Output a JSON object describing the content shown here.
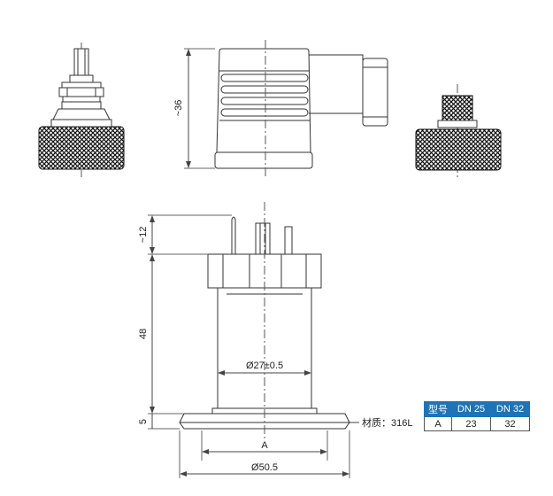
{
  "dimensions": {
    "connector_height": "~36",
    "pin_height": "~12",
    "body_height": "48",
    "flange_height": "5",
    "body_diameter": "Ø27±0.5",
    "flange_dim": "A",
    "flange_diameter": "Ø50.5"
  },
  "material_label": "材质：316L",
  "table": {
    "headers": [
      "型号",
      "DN 25",
      "DN 32"
    ],
    "rows": [
      [
        "A",
        "23",
        "32"
      ]
    ]
  },
  "colors": {
    "line": "#333333",
    "header_bg": "#1f73b7",
    "header_text": "#ffffff"
  }
}
